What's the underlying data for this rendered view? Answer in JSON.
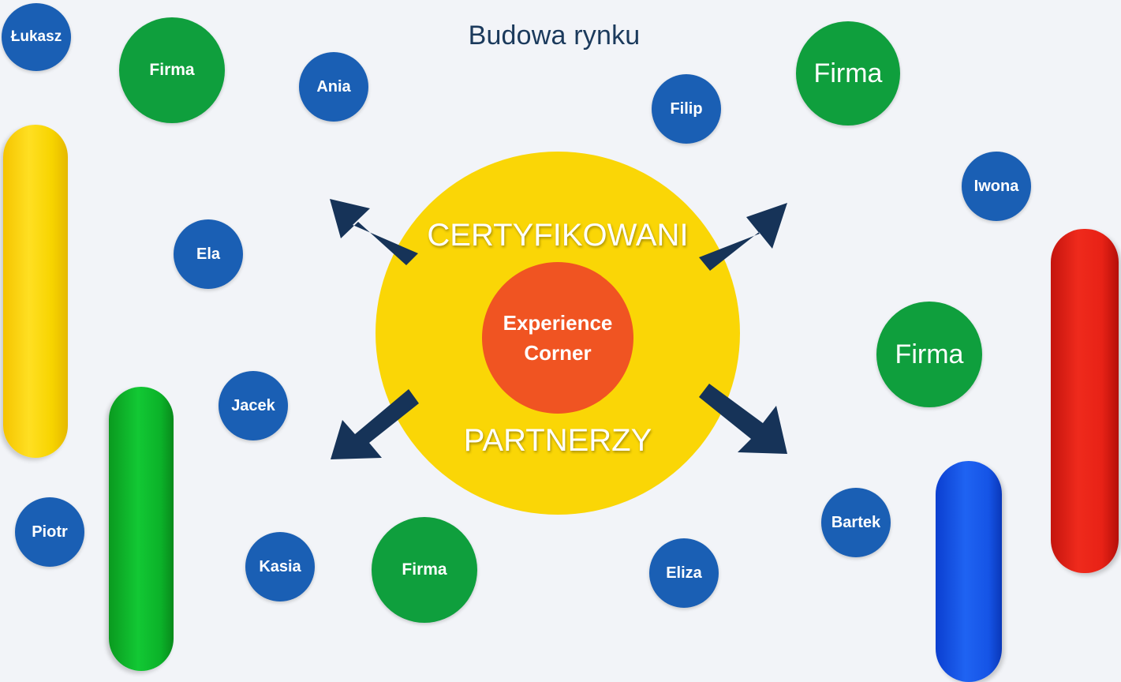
{
  "title": "Budowa rynku",
  "center": {
    "ring_top": "CERTYFIKOWANI",
    "ring_bottom": "PARTNERZY",
    "core_line1": "Experience",
    "core_line2": "Corner"
  },
  "people": [
    "Łukasz",
    "Ania",
    "Filip",
    "Iwona",
    "Ela",
    "Jacek",
    "Piotr",
    "Kasia",
    "Eliza",
    "Bartek"
  ],
  "companies": [
    "Firma",
    "Firma",
    "Firma",
    "Firma"
  ],
  "colors": {
    "person": "#1a5fb4",
    "company": "#0f9f3d",
    "ring": "#fad606",
    "core": "#f05422",
    "arrow": "#163358"
  }
}
